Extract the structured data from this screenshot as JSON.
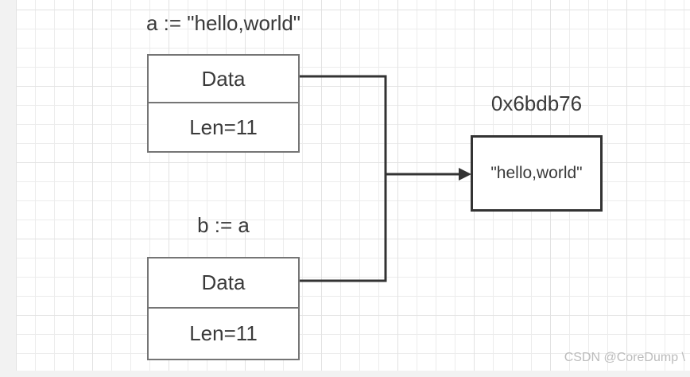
{
  "canvas": {
    "background": "#ffffff",
    "grid_line_color": "#ececec",
    "margin_color": "#f2f2f2",
    "connector_color": "#333333",
    "box_border_color": "#757575"
  },
  "diagram": {
    "label_a": "a := \"hello,world\"",
    "label_b": "b := a",
    "address_label": "0x6bdb76",
    "header_a": {
      "rows": [
        "Data",
        "Len=11"
      ]
    },
    "header_b": {
      "rows": [
        "Data",
        "Len=11"
      ]
    },
    "string_box": {
      "value": "\"hello,world\""
    }
  },
  "watermark": "CSDN @CoreDump \\"
}
